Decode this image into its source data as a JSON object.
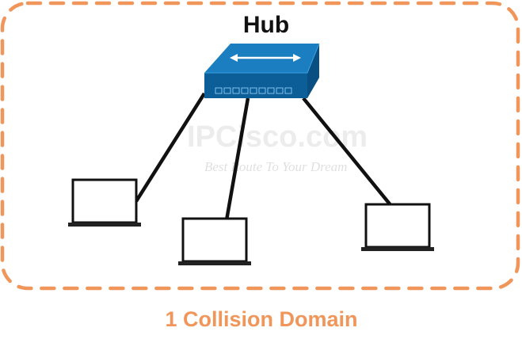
{
  "hub": {
    "label": "Hub"
  },
  "caption": {
    "text": "1 Collision  Domain"
  },
  "watermark": {
    "brand": "IPCisco.com",
    "tagline": "Best Route To Your Dream"
  },
  "colors": {
    "border_dash": "#f0965a",
    "caption": "#f0965a",
    "hub_top": "#1b7ec0",
    "hub_front": "#0c5e98",
    "hub_side": "#0a4f81",
    "cable": "#111111",
    "laptop_outline": "#111111"
  },
  "icons": {
    "hub": "hub-icon",
    "laptops": [
      "laptop-icon",
      "laptop-icon",
      "laptop-icon"
    ]
  }
}
